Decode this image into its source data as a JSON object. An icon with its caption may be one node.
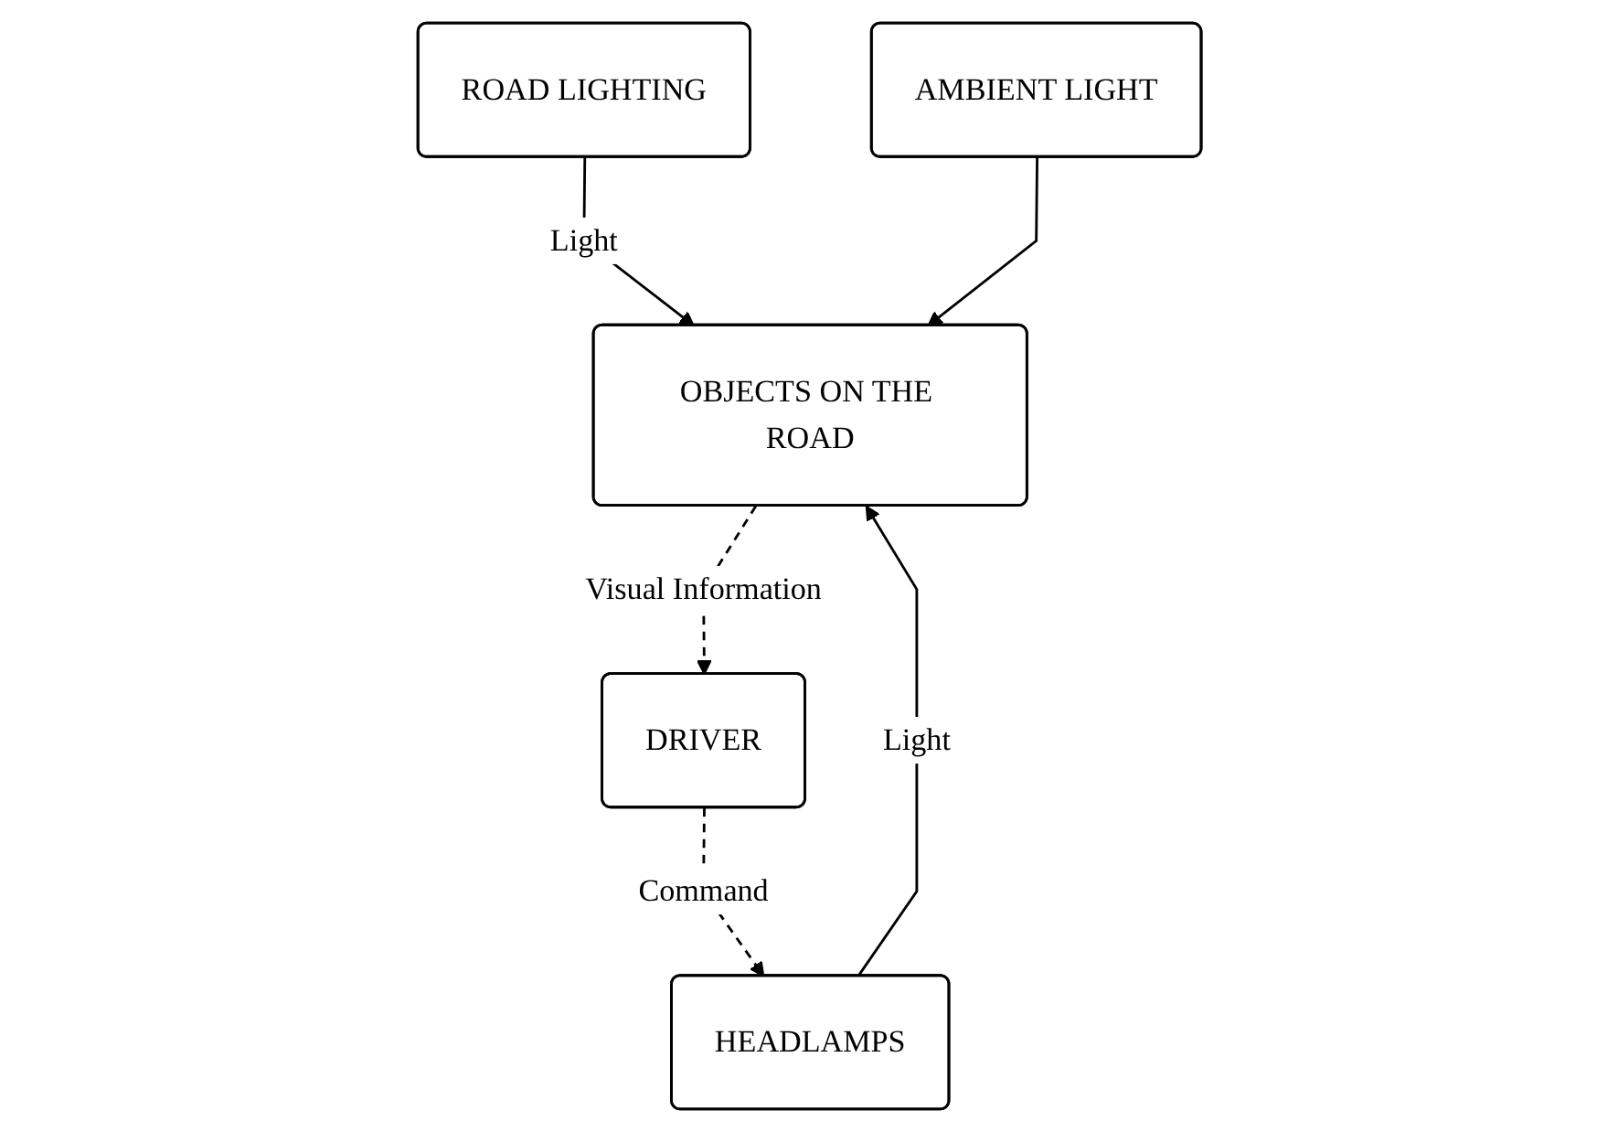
{
  "diagram": {
    "nodes": [
      {
        "text": [
          "ROAD LIGHTING"
        ]
      },
      {
        "text": [
          "AMBIENT LIGHT"
        ]
      },
      {
        "text": [
          "OBJECTS ON THE ROAD"
        ]
      },
      {
        "text": [
          "HEADLAMPS"
        ]
      },
      {
        "text": [
          "DRIVER"
        ]
      }
    ],
    "edges": [
      {
        "from": 0,
        "to": 2,
        "arrow": "to",
        "label": "Light"
      },
      {
        "from": 1,
        "to": 2,
        "arrow": "to"
      },
      {
        "from": 3,
        "to": 2,
        "arrow": "to",
        "label": "Light"
      },
      {
        "from": 2,
        "to": 4,
        "arrow": "to",
        "label": "Visual Information",
        "style": "dashed"
      },
      {
        "from": 4,
        "to": 3,
        "arrow": "to",
        "label": "Command",
        "style": "dashed"
      }
    ]
  }
}
